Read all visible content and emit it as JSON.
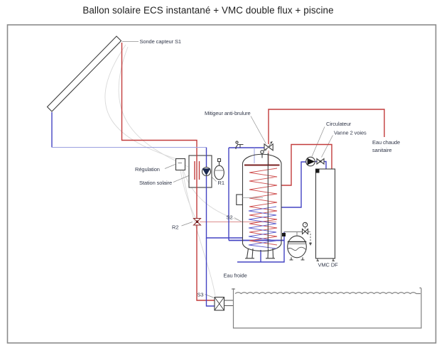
{
  "title": "Ballon solaire ECS instantané + VMC double flux + piscine",
  "colors": {
    "hot": "#c23b3b",
    "hot_light": "#dc8d8d",
    "cold": "#4343c3",
    "cold_light": "#9aa0e0",
    "ink": "#32384a"
  },
  "labels": {
    "sonde_s1": "Sonde capteur S1",
    "regulation": "Régulation",
    "station_solaire": "Station solaire",
    "r1": "R1",
    "r2": "R2",
    "s2": "S2",
    "s3": "S3",
    "mitigeur": "Mitigeur anti-brulure",
    "circulateur": "Circulateur",
    "vanne_2_voies": "Vanne 2 voies",
    "eau_chaude_1": "Eau chaude",
    "eau_chaude_2": "sanitaire",
    "eau_froide": "Eau froide",
    "vmc_df": "VMC DF"
  }
}
